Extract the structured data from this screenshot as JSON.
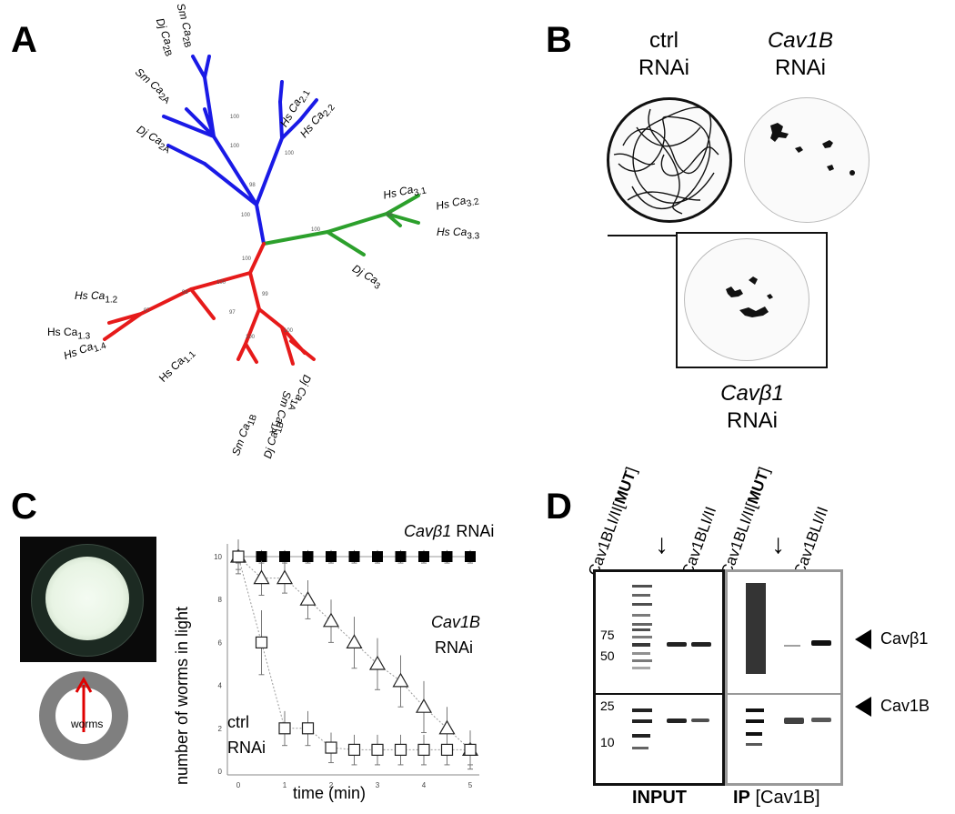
{
  "panels": {
    "a": "A",
    "b": "B",
    "c": "C",
    "d": "D"
  },
  "tree": {
    "labels": {
      "sm_ca2b": "Sm Ca",
      "dj_ca2b": "Dj Ca",
      "sm_ca2a": "Sm Ca",
      "dj_ca2a": "Dj Ca",
      "hs_ca21": "Hs Ca",
      "hs_ca22": "Hs Ca",
      "hs_ca31": "Hs Ca",
      "hs_ca32": "Hs Ca",
      "hs_ca33": "Hs Ca",
      "dj_ca3": "Dj Ca",
      "hs_ca12": "Hs Ca",
      "hs_ca13": "Hs Ca",
      "hs_ca14": "Hs Ca",
      "hs_ca11": "Hs Ca",
      "sm_ca1b": "Sm Ca",
      "dj_ca1b": "Dj Ca",
      "sm_ca1a": "Sm Ca",
      "dj_ca1a": "Dj Ca"
    },
    "suffixes": {
      "sm_ca2b": "2B",
      "dj_ca2b": "2B",
      "sm_ca2a": "2A",
      "dj_ca2a": "2A",
      "hs_ca21": "2.1",
      "hs_ca22": "2.2",
      "hs_ca31": "3.1",
      "hs_ca32": "3.2",
      "hs_ca33": "3.3",
      "dj_ca3": "3",
      "hs_ca12": "1.2",
      "hs_ca13": "1.3",
      "hs_ca14": "1.4",
      "hs_ca11": "1.1",
      "sm_ca1b": "1B",
      "dj_ca1b": "1B",
      "sm_ca1a": "1A",
      "dj_ca1a": "1A"
    },
    "colors": {
      "cav2": "#1a1ae6",
      "cav3": "#2ca02c",
      "cav1": "#e61a1a"
    }
  },
  "panel_b": {
    "ctrl": [
      "ctrl",
      "RNAi"
    ],
    "cav1b": [
      "Cav1B",
      "RNAi"
    ],
    "cavb1": [
      "Cavβ1",
      "RNAi"
    ]
  },
  "panel_c": {
    "worms_label": "worms",
    "series_labels": {
      "cavb1": "Cavβ1",
      "cavb1_rnai": "RNAi",
      "cav1b": "Cav1B",
      "cav1b_rnai": "RNAi",
      "ctrl": "ctrl",
      "ctrl_rnai": "RNAi"
    },
    "ylabel": "number of worms in light",
    "xlabel": "time (min)",
    "x_ticks": [
      "0",
      "1",
      "2",
      "3",
      "4",
      "5"
    ],
    "y_ticks": [
      "0",
      "2",
      "4",
      "6",
      "8",
      "10"
    ]
  },
  "chart_data": {
    "type": "line",
    "x": [
      0,
      0.5,
      1,
      1.5,
      2,
      2.5,
      3,
      3.5,
      4,
      4.5,
      5
    ],
    "xlabel": "time (min)",
    "ylabel": "number of worms in light",
    "xlim": [
      0,
      5
    ],
    "ylim": [
      0,
      10
    ],
    "series": [
      {
        "name": "Cavβ1 RNAi",
        "marker": "filled-square",
        "values": [
          10,
          10,
          10,
          10,
          10,
          10,
          10,
          10,
          10,
          10,
          10
        ],
        "err": [
          0.3,
          0.3,
          0.3,
          0.3,
          0.3,
          0.3,
          0.3,
          0.3,
          0.3,
          0.3,
          0.3
        ]
      },
      {
        "name": "Cav1B RNAi",
        "marker": "open-triangle",
        "values": [
          10,
          9,
          9,
          8,
          7,
          6,
          5,
          4.2,
          3,
          2,
          1
        ],
        "err": [
          0.8,
          0.8,
          0.7,
          0.9,
          1,
          1.2,
          1.2,
          1.2,
          1.2,
          1,
          0.9
        ]
      },
      {
        "name": "ctrl RNAi",
        "marker": "open-square",
        "values": [
          10,
          6,
          2,
          2,
          1.1,
          1,
          1,
          1,
          1,
          1,
          1
        ],
        "err": [
          0.6,
          1.5,
          0.8,
          0.8,
          0.7,
          0.7,
          0.7,
          0.7,
          0.7,
          0.7,
          0.7
        ]
      }
    ]
  },
  "panel_d": {
    "lanes": {
      "input_mut": "Cav1BLI/II[MUT]",
      "input_wt": "Cav1BLI/II",
      "ip_mut": "Cav1BLI/II[MUT]",
      "ip_wt": "Cav1BLI/II"
    },
    "mw": {
      "m75": "75",
      "m50": "50",
      "m25": "25",
      "m10": "10"
    },
    "bands": {
      "cavb1": "Cavβ1",
      "cav1b": "Cav1B"
    },
    "input_label": "INPUT",
    "ip_label": "IP",
    "ip_target": "[Cav1B]",
    "arrow": "↓"
  }
}
